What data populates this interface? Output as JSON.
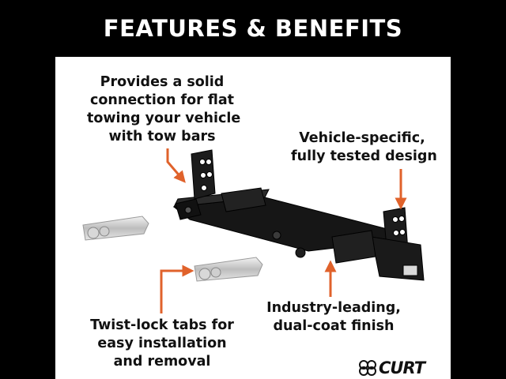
{
  "header": {
    "title": "FEATURES & BENEFITS"
  },
  "callouts": {
    "connection": [
      "Provides a solid",
      "connection for flat",
      "towing your vehicle",
      "with tow bars"
    ],
    "vehicle_specific": [
      "Vehicle-specific,",
      "fully tested design"
    ],
    "finish": [
      "Industry-leading,",
      "dual-coat finish"
    ],
    "tabs": [
      "Twist-lock tabs for",
      "easy installation",
      "and removal"
    ]
  },
  "brand": {
    "name": "CURT"
  },
  "icons": [
    "arrow-icon",
    "curt-logo-icon"
  ],
  "colors": {
    "accent": "#E0622B",
    "header_bg": "#000000",
    "text": "#111111"
  }
}
